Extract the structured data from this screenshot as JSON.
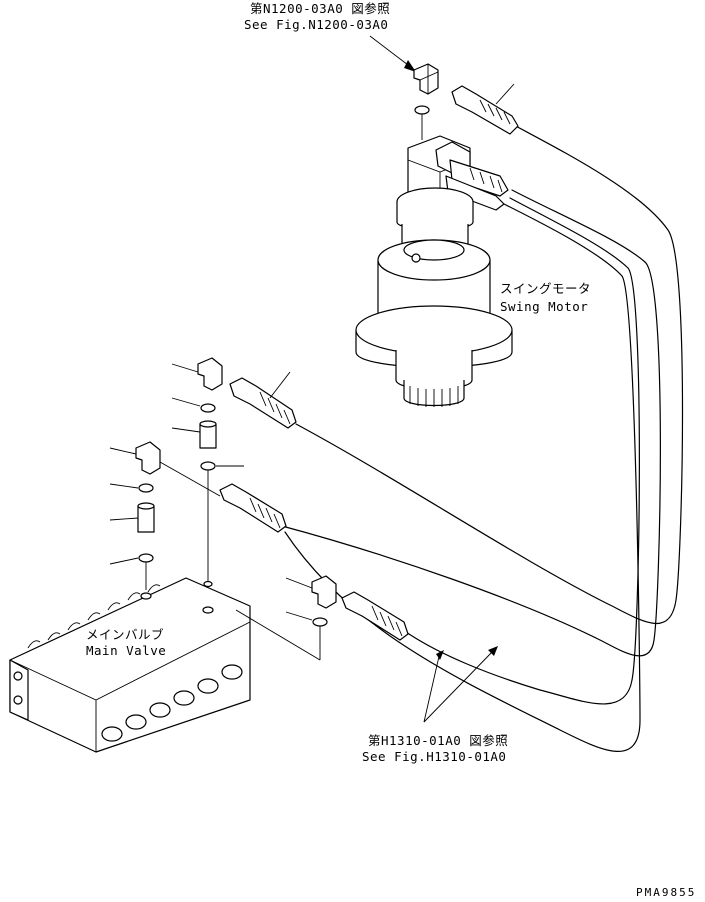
{
  "labels": {
    "ref_top_jp": "第N1200-03A0 図参照",
    "ref_top_en": "See Fig.N1200-03A0",
    "swing_motor_jp": "スイングモータ",
    "swing_motor_en": "Swing Motor",
    "main_valve_jp": "メインバルブ",
    "main_valve_en": "Main Valve",
    "ref_bottom_jp": "第H1310-01A0 図参照",
    "ref_bottom_en": "See Fig.H1310-01A0",
    "drawing_code": "PMA9855"
  },
  "parts": {
    "swing_motor": "swing-motor",
    "main_valve": "main-valve",
    "hose_count": 4,
    "elbow_fitting_count": 4,
    "o_ring_count": 5,
    "adapter_count": 2
  }
}
